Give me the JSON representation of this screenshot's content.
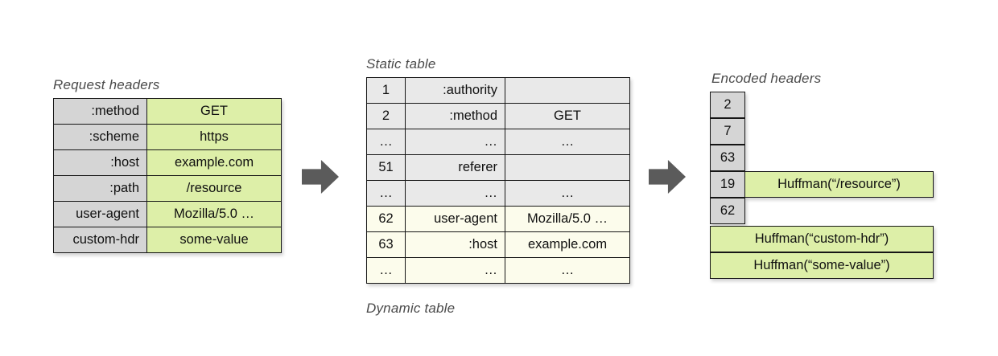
{
  "diagram": {
    "title_hidden": "HPACK header compression: request headers, static/dynamic table lookup, encoded headers"
  },
  "colors": {
    "name_cell": "#d5d5d5",
    "value_cell": "#ddefa8",
    "static_row": "#e9e9e9",
    "dynamic_row": "#fcfcec",
    "border": "#161616",
    "arrow": "#5b5b5b",
    "caption_text": "#4a4a4a"
  },
  "request_headers": {
    "caption": "Request headers",
    "rows": [
      {
        "name": ":method",
        "value": "GET"
      },
      {
        "name": ":scheme",
        "value": "https"
      },
      {
        "name": ":host",
        "value": "example.com"
      },
      {
        "name": ":path",
        "value": "/resource"
      },
      {
        "name": "user-agent",
        "value": "Mozilla/5.0 …"
      },
      {
        "name": "custom-hdr",
        "value": "some-value"
      }
    ]
  },
  "index_table": {
    "caption_top": "Static table",
    "caption_bottom": "Dynamic table",
    "rows": [
      {
        "index": "1",
        "name": ":authority",
        "value": "",
        "section": "static"
      },
      {
        "index": "2",
        "name": ":method",
        "value": "GET",
        "section": "static"
      },
      {
        "index": "…",
        "name": "…",
        "value": "…",
        "section": "static"
      },
      {
        "index": "51",
        "name": "referer",
        "value": "",
        "section": "static"
      },
      {
        "index": "…",
        "name": "…",
        "value": "…",
        "section": "static"
      },
      {
        "index": "62",
        "name": "user-agent",
        "value": "Mozilla/5.0 …",
        "section": "dynamic"
      },
      {
        "index": "63",
        "name": ":host",
        "value": "example.com",
        "section": "dynamic"
      },
      {
        "index": "…",
        "name": "…",
        "value": "…",
        "section": "dynamic"
      }
    ]
  },
  "encoded_headers": {
    "caption": "Encoded headers",
    "indices": [
      {
        "value": "2",
        "literal": ""
      },
      {
        "value": "7",
        "literal": ""
      },
      {
        "value": "63",
        "literal": ""
      },
      {
        "value": "19",
        "literal": "Huffman(“/resource”)"
      },
      {
        "value": "62",
        "literal": ""
      }
    ],
    "literal_bars": [
      {
        "text": "Huffman(“custom-hdr”)"
      },
      {
        "text": "Huffman(“some-value”)"
      }
    ]
  },
  "arrows": [
    {
      "name": "arrow-headers-to-table"
    },
    {
      "name": "arrow-table-to-encoded"
    }
  ]
}
